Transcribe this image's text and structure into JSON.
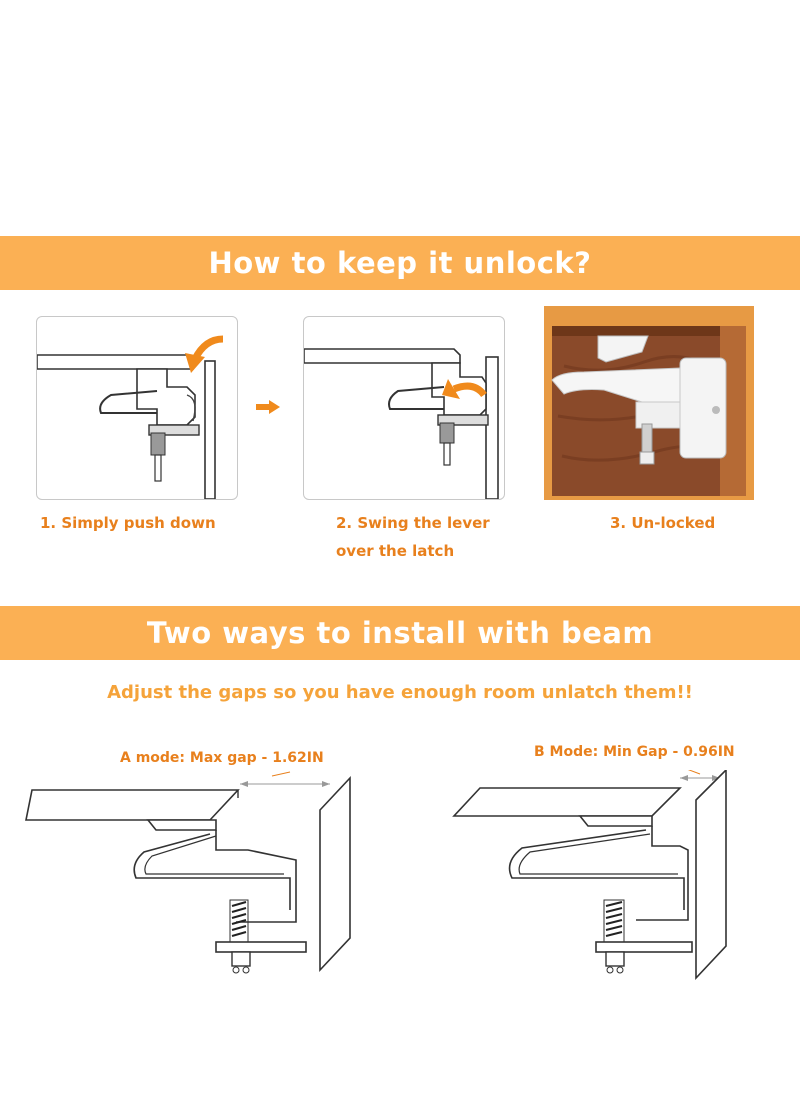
{
  "section_unlock": {
    "heading": "How to keep it unlock?",
    "steps": [
      {
        "label": "1. Simply push down",
        "label_line2": ""
      },
      {
        "label": "2. Swing the lever",
        "label_line2": "over the latch"
      },
      {
        "label": "3. Un-locked",
        "label_line2": ""
      }
    ]
  },
  "section_install": {
    "heading": "Two ways to install with beam",
    "subtitle": "Adjust the gaps so you have enough room unlatch them!!",
    "mode_a": "A mode: Max gap - 1.62IN",
    "mode_b": "B Mode: Min Gap - 0.96IN"
  },
  "colors": {
    "banner": "#fbb054",
    "accent_text": "#e8801d",
    "arrow": "#f08a1c"
  }
}
